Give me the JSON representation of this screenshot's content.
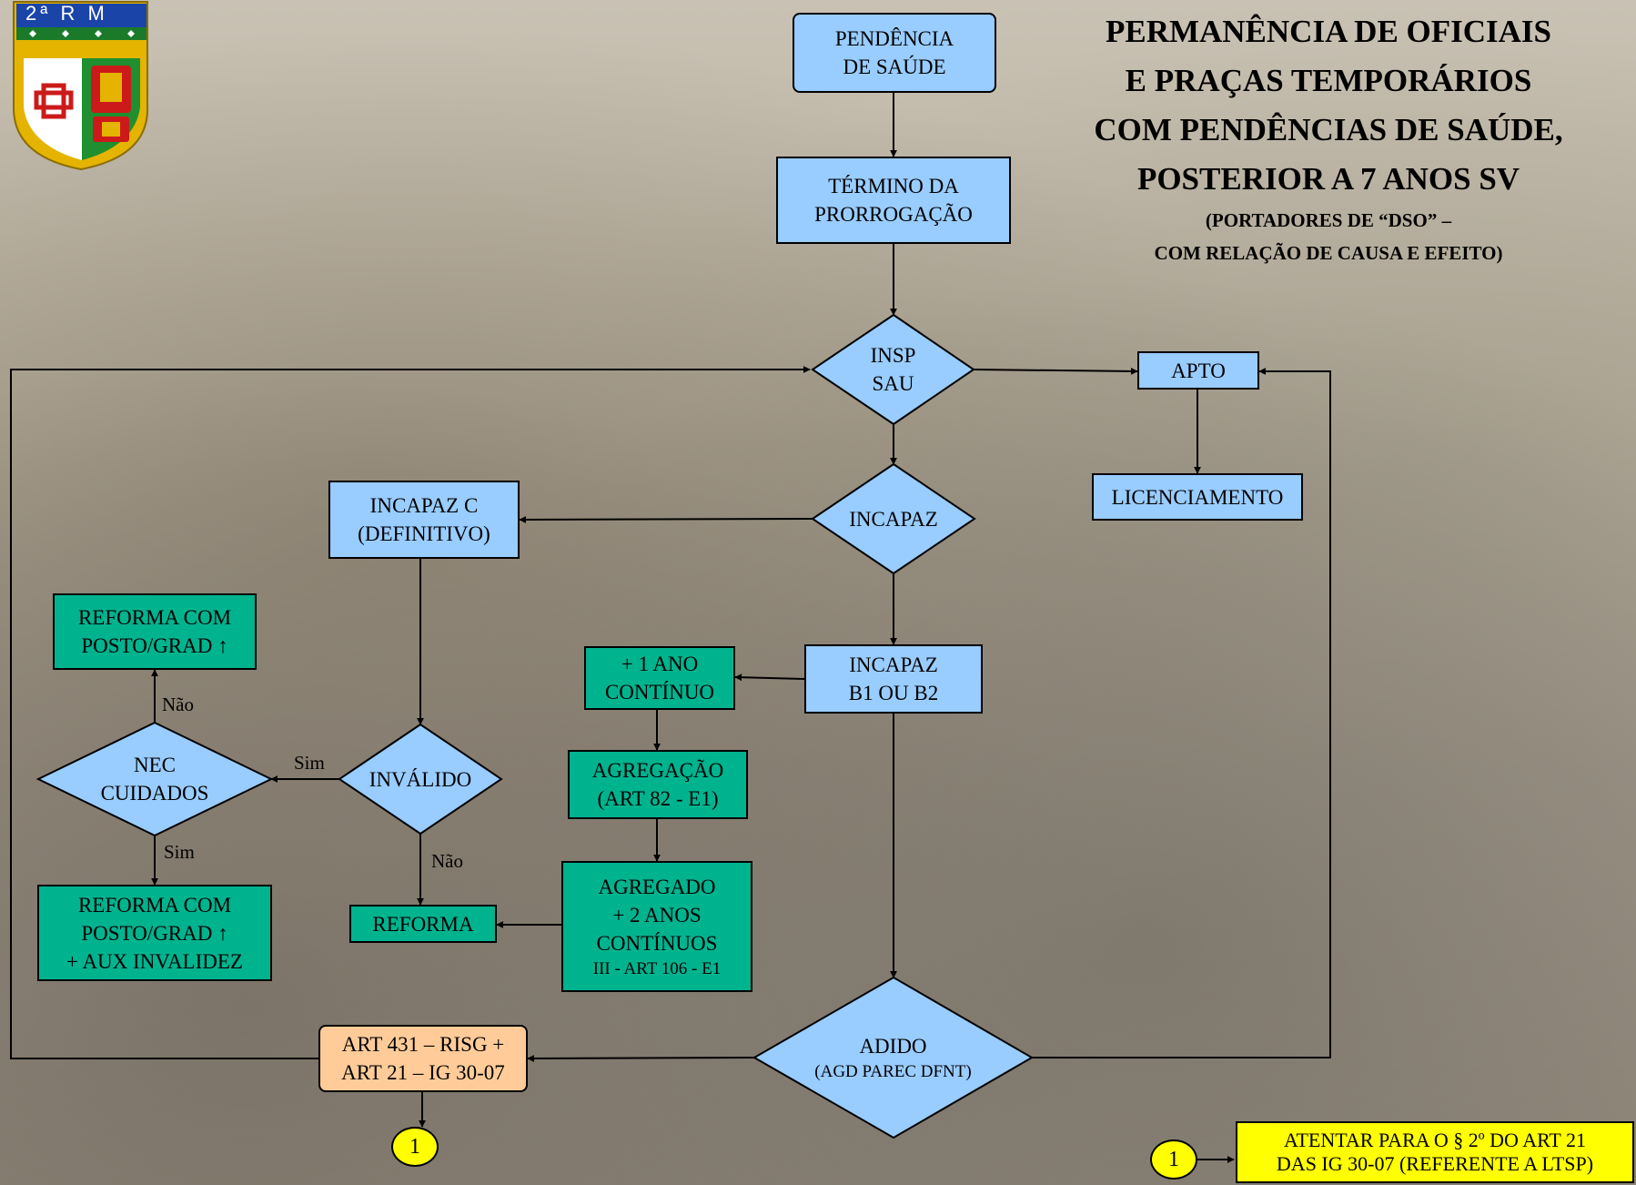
{
  "title": {
    "lines": [
      "PERMANÊNCIA DE OFICIAIS",
      "E PRAÇAS TEMPORÁRIOS",
      "COM PENDÊNCIAS DE SAÚDE,",
      "POSTERIOR A 7 ANOS SV"
    ],
    "sub_lines": [
      "(PORTADORES DE “DSO” –",
      "COM RELAÇÃO DE CAUSA E EFEITO)"
    ]
  },
  "logo": {
    "text": "2ª R M",
    "icon": "regional-command-shield-emblem"
  },
  "nodes": {
    "pendencia": [
      "PENDÊNCIA",
      "DE SAÚDE"
    ],
    "termino": [
      "TÉRMINO DA",
      "PRORROGAÇÃO"
    ],
    "insp": [
      "INSP",
      "SAU"
    ],
    "apto": [
      "APTO"
    ],
    "licenciamento": [
      "LICENCIAMENTO"
    ],
    "incapaz": [
      "INCAPAZ"
    ],
    "incapaz_c": [
      "INCAPAZ C",
      "(DEFINITIVO)"
    ],
    "incapaz_b": [
      "INCAPAZ",
      "B1 OU B2"
    ],
    "mais_1_ano": [
      "+ 1 ANO",
      "CONTÍNUO"
    ],
    "agregacao": [
      "AGREGAÇÃO",
      "(ART 82 - E1)"
    ],
    "agregado": [
      "AGREGADO",
      "+ 2 ANOS",
      "CONTÍNUOS"
    ],
    "agregado_small": "III - ART 106 - E1",
    "invalido": [
      "INVÁLIDO"
    ],
    "nec_cuidados": [
      "NEC",
      "CUIDADOS"
    ],
    "reforma_posto": [
      "REFORMA COM",
      "POSTO/GRAD ↑"
    ],
    "reforma_posto_aux": [
      "REFORMA COM",
      "POSTO/GRAD ↑",
      "+ AUX INVALIDEZ"
    ],
    "reforma": [
      "REFORMA"
    ],
    "art431": [
      "ART 431 – RISG +",
      "ART 21 – IG 30-07"
    ],
    "adido": [
      "ADIDO"
    ],
    "adido_small": "(AGD PAREC DFNT)",
    "connector_label": "1",
    "note": [
      "ATENTAR PARA O § 2º DO ART 21",
      "DAS IG 30-07 (REFERENTE A LTSP)"
    ]
  },
  "edge_labels": {
    "nao_top": "Não",
    "sim_left": "Sim",
    "sim_bottom": "Sim",
    "nao_bottom": "Não"
  },
  "colors": {
    "process_blue": "#99ccff",
    "process_green": "#00b38f",
    "peach": "#ffcc99",
    "yellow": "#ffff00",
    "line": "#000000"
  }
}
